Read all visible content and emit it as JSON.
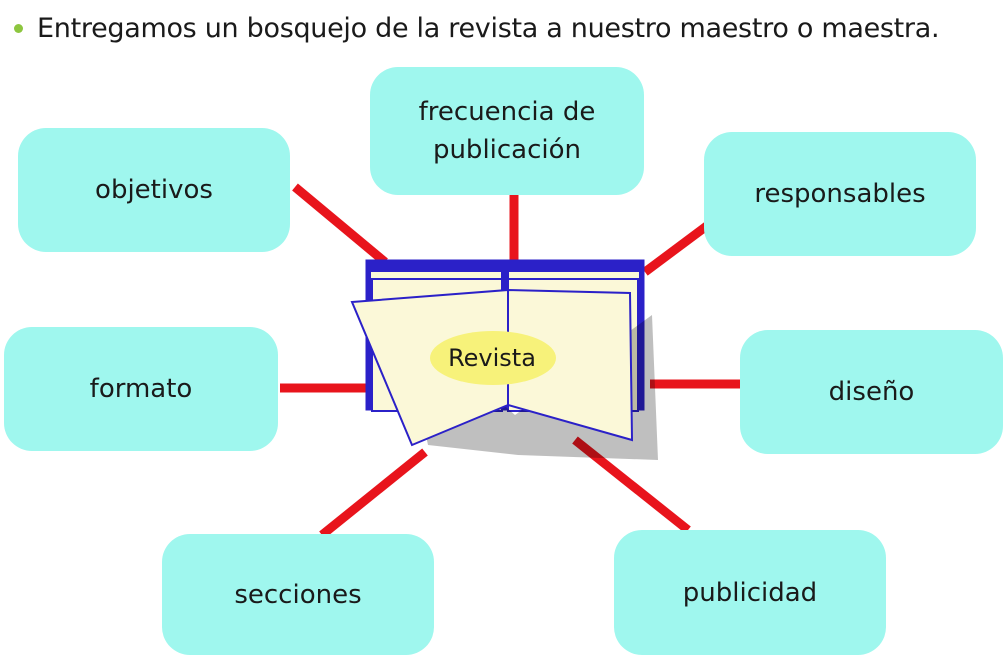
{
  "header": {
    "text": "Entregamos un bosquejo de la revista a nuestro maestro o maestra."
  },
  "diagram": {
    "center": "Revista",
    "nodes": [
      {
        "key": "objetivos",
        "label": "objetivos"
      },
      {
        "key": "frecuencia",
        "label": "frecuencia de publicación"
      },
      {
        "key": "responsables",
        "label": "responsables"
      },
      {
        "key": "formato",
        "label": "formato"
      },
      {
        "key": "diseno",
        "label": "diseño"
      },
      {
        "key": "secciones",
        "label": "secciones"
      },
      {
        "key": "publicidad",
        "label": "publicidad"
      }
    ]
  },
  "colors": {
    "node_fill": "#9ff7ee",
    "connector": "#e8141c",
    "bullet": "#8dc63f",
    "page_fill": "#fbf8d8",
    "page_outline": "#2b21c8",
    "center_fill": "#f7f27a"
  }
}
